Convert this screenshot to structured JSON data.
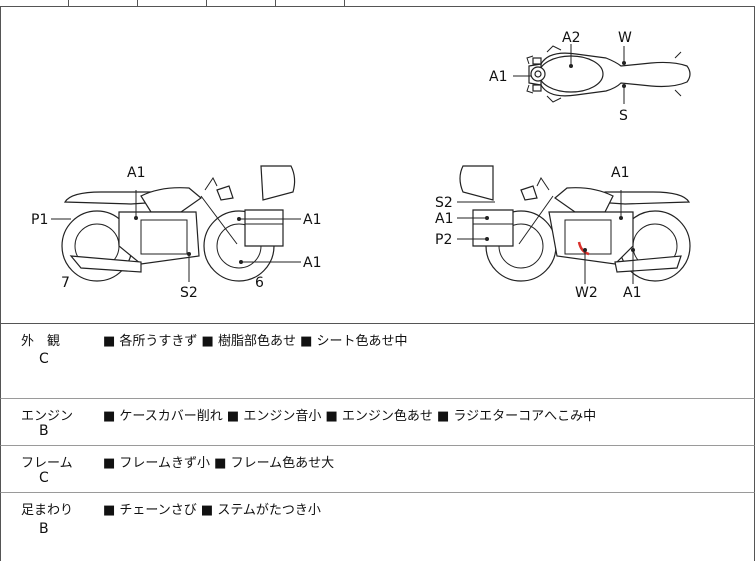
{
  "diagram": {
    "top_view_labels": {
      "a1": "A1",
      "a2": "A2",
      "w": "W",
      "s": "S"
    },
    "left_view_labels": {
      "a1_top": "A1",
      "p1": "P1",
      "a1_right_upper": "A1",
      "a1_right_lower": "A1",
      "num_7": "7",
      "s2": "S2",
      "num_6": "6"
    },
    "right_view_labels": {
      "s2": "S2",
      "a1_left": "A1",
      "p2": "P2",
      "a1_top": "A1",
      "w2": "W2",
      "a1_bottom": "A1"
    }
  },
  "sections": [
    {
      "category": "外　観",
      "grade": "C",
      "description": "■ 各所うすきず ■ 樹脂部色あせ ■ シート色あせ中"
    },
    {
      "category": "エンジン",
      "grade": "B",
      "description": "■ ケースカバー削れ ■ エンジン音小 ■ エンジン色あせ ■ ラジエターコアへこみ中"
    },
    {
      "category": "フレーム",
      "grade": "C",
      "description": "■ フレームきず小 ■ フレーム色あせ大"
    },
    {
      "category": "足まわり",
      "grade": "B",
      "description": "■ チェーンさび ■ ステムがたつき小"
    }
  ],
  "colors": {
    "damage_mark": "#d9302b",
    "line": "#222222"
  }
}
